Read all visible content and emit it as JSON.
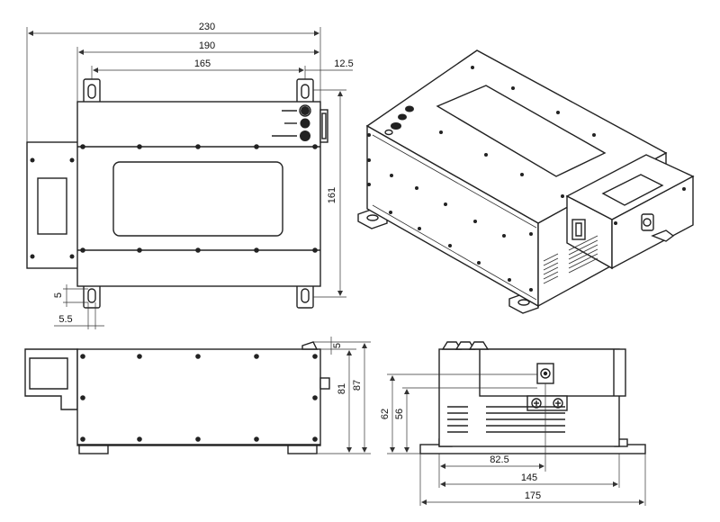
{
  "dimensions": {
    "top_width_230": "230",
    "top_width_190": "190",
    "top_width_165": "165",
    "top_offset_12_5": "12.5",
    "top_height_161": "161",
    "slot_5": "5",
    "slot_5_5": "5.5",
    "side_height_81": "81",
    "side_height_87": "87",
    "side_offset_5": "5",
    "front_height_62": "62",
    "front_height_56": "56",
    "front_width_82_5": "82.5",
    "front_width_145": "145",
    "front_width_175": "175"
  }
}
